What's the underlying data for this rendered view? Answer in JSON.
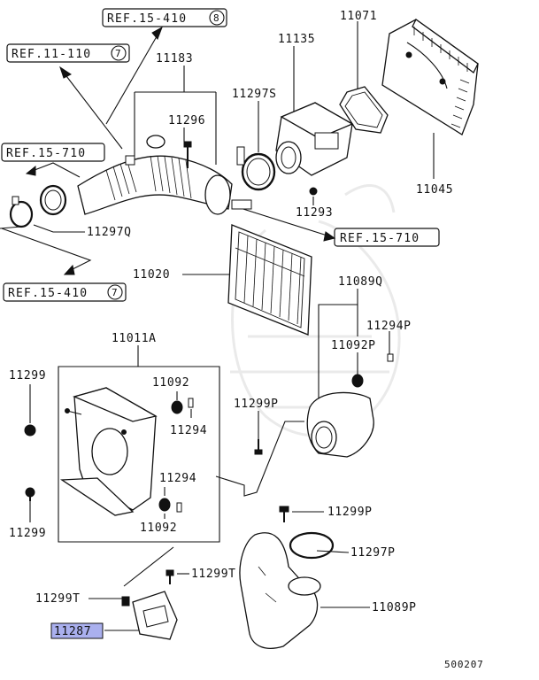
{
  "callouts": {
    "ref_15_410_8": {
      "text": "REF.15-410",
      "num": "8"
    },
    "ref_11_110_7": {
      "text": "REF.11-110",
      "num": "7"
    },
    "ref_15_710_a": {
      "text": "REF.15-710"
    },
    "ref_15_710_b": {
      "text": "REF.15-710"
    },
    "ref_15_410_7": {
      "text": "REF.15-410",
      "num": "7"
    }
  },
  "labels": {
    "p11071": "11071",
    "p11135": "11135",
    "p11183": "11183",
    "p11296": "11296",
    "p11297s": "11297S",
    "p11045": "11045",
    "p11293": "11293",
    "p11297q": "11297Q",
    "p11020": "11020",
    "p11089q": "11089Q",
    "p11294p": "11294P",
    "p11092p": "11092P",
    "p11011a": "11011A",
    "p11299_top": "11299",
    "p11092_top": "11092",
    "p11294_top": "11294",
    "p11299p_left": "11299P",
    "p11294_mid": "11294",
    "p11092_bot": "11092",
    "p11299_bot": "11299",
    "p11299p_right": "11299P",
    "p11297p": "11297P",
    "p11299t_right": "11299T",
    "p11299t_left": "11299T",
    "p11089p": "11089P",
    "p11287": "11287"
  },
  "highlight_color": "#aab0ee",
  "diagram_code": "500207"
}
